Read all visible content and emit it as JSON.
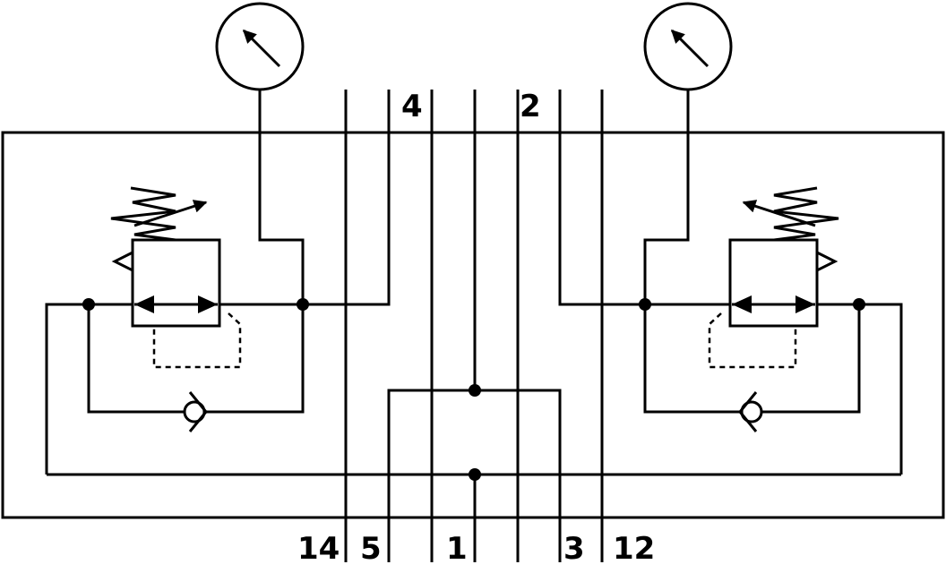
{
  "ports": {
    "p14": "14",
    "p5": "5",
    "p1": "1",
    "p3": "3",
    "p12": "12",
    "p4": "4",
    "p2": "2"
  },
  "icons": [
    "pressure-gauge-icon",
    "pressure-regulator-icon",
    "check-valve-icon",
    "adjustable-spring-icon"
  ]
}
